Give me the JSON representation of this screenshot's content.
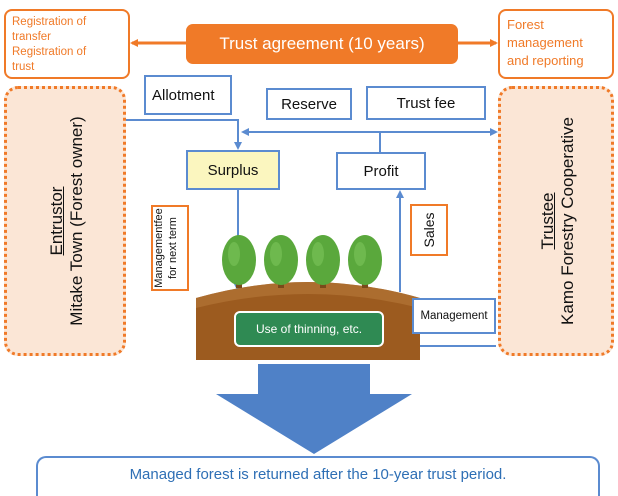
{
  "top": {
    "agreement": "Trust agreement (10 years)",
    "registration_line1": "Registration of",
    "registration_line2": "transfer",
    "registration_line3": "Registration of",
    "registration_line4": "trust",
    "forest_mgmt_line1": "Forest",
    "forest_mgmt_line2": "management",
    "forest_mgmt_line3": "and reporting"
  },
  "entrustor": {
    "role": "Entrustor",
    "name": "Mitake Town (Forest owner)"
  },
  "trustee": {
    "role": "Trustee",
    "name": "Kamo Forestry Cooperative"
  },
  "flow": {
    "allotment": "Allotment",
    "reserve": "Reserve",
    "trust_fee": "Trust fee",
    "surplus": "Surplus",
    "profit": "Profit",
    "sales": "Sales",
    "management": "Management",
    "mgmt_fee_line1": "Managementfee",
    "mgmt_fee_line2": "for next term",
    "use_of_thinning": "Use of thinning, etc."
  },
  "footer": {
    "return_message": "Managed forest is returned after the 10-year trust period."
  },
  "colors": {
    "orange": "#f07a28",
    "blue_border": "#5b8bd0",
    "side_fill": "#fbe6d6",
    "surplus_fill": "#fbf6bf",
    "ground": "#9c5b1f",
    "tree": "#5aa83c",
    "thinning_box": "#2f8a53",
    "big_arrow": "#4f81c7",
    "footer_text": "#2e6fb5"
  },
  "icons": [
    "tree-icon",
    "big-down-arrow-icon"
  ]
}
